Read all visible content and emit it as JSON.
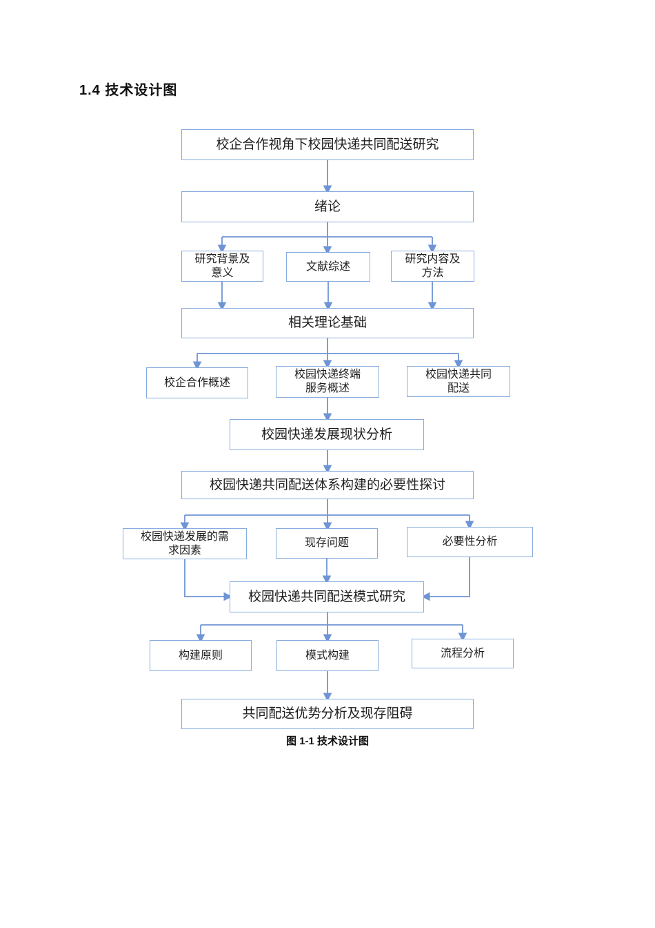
{
  "page": {
    "heading": "1.4 技术设计图",
    "caption": "图 1-1 技术设计图"
  },
  "colors": {
    "box_border": "#86abde",
    "arrow": "#6f94d4",
    "text": "#1f1f1f",
    "background": "#ffffff"
  },
  "flowchart": {
    "type": "flowchart",
    "nodes": [
      {
        "id": "root",
        "label": "校企合作视角下校园快递共同配送研究"
      },
      {
        "id": "introduction",
        "label": "绪论"
      },
      {
        "id": "research-background",
        "label": "研究背景及\n意义"
      },
      {
        "id": "literature-review",
        "label": "文献综述"
      },
      {
        "id": "content-method",
        "label": "研究内容及\n方法"
      },
      {
        "id": "theory-basis",
        "label": "相关理论基础"
      },
      {
        "id": "cooperation-overview",
        "label": "校企合作概述"
      },
      {
        "id": "terminal-service-overview",
        "label": "校园快递终端\n服务概述"
      },
      {
        "id": "joint-distribution",
        "label": "校园快递共同\n配送"
      },
      {
        "id": "status-analysis",
        "label": "校园快递发展现状分析"
      },
      {
        "id": "necessity-discussion",
        "label": "校园快递共同配送体系构建的必要性探讨"
      },
      {
        "id": "demand-factors",
        "label": "校园快递发展的需\n求因素"
      },
      {
        "id": "existing-problems",
        "label": "现存问题"
      },
      {
        "id": "necessity-analysis",
        "label": "必要性分析"
      },
      {
        "id": "model-research",
        "label": "校园快递共同配送模式研究"
      },
      {
        "id": "construction-principles",
        "label": "构建原则"
      },
      {
        "id": "model-construction",
        "label": "模式构建"
      },
      {
        "id": "process-analysis",
        "label": "流程分析"
      },
      {
        "id": "advantages-obstacles",
        "label": "共同配送优势分析及现存阻碍"
      }
    ]
  }
}
